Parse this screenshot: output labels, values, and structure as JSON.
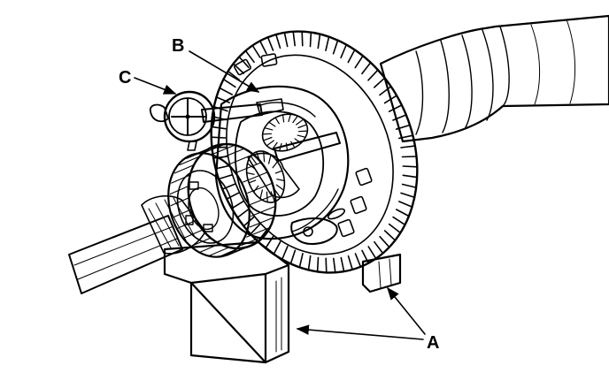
{
  "figure": {
    "callouts": {
      "a": "A",
      "b": "B",
      "c": "C"
    },
    "colors": {
      "ink": "#000000",
      "paper": "#ffffff"
    }
  }
}
